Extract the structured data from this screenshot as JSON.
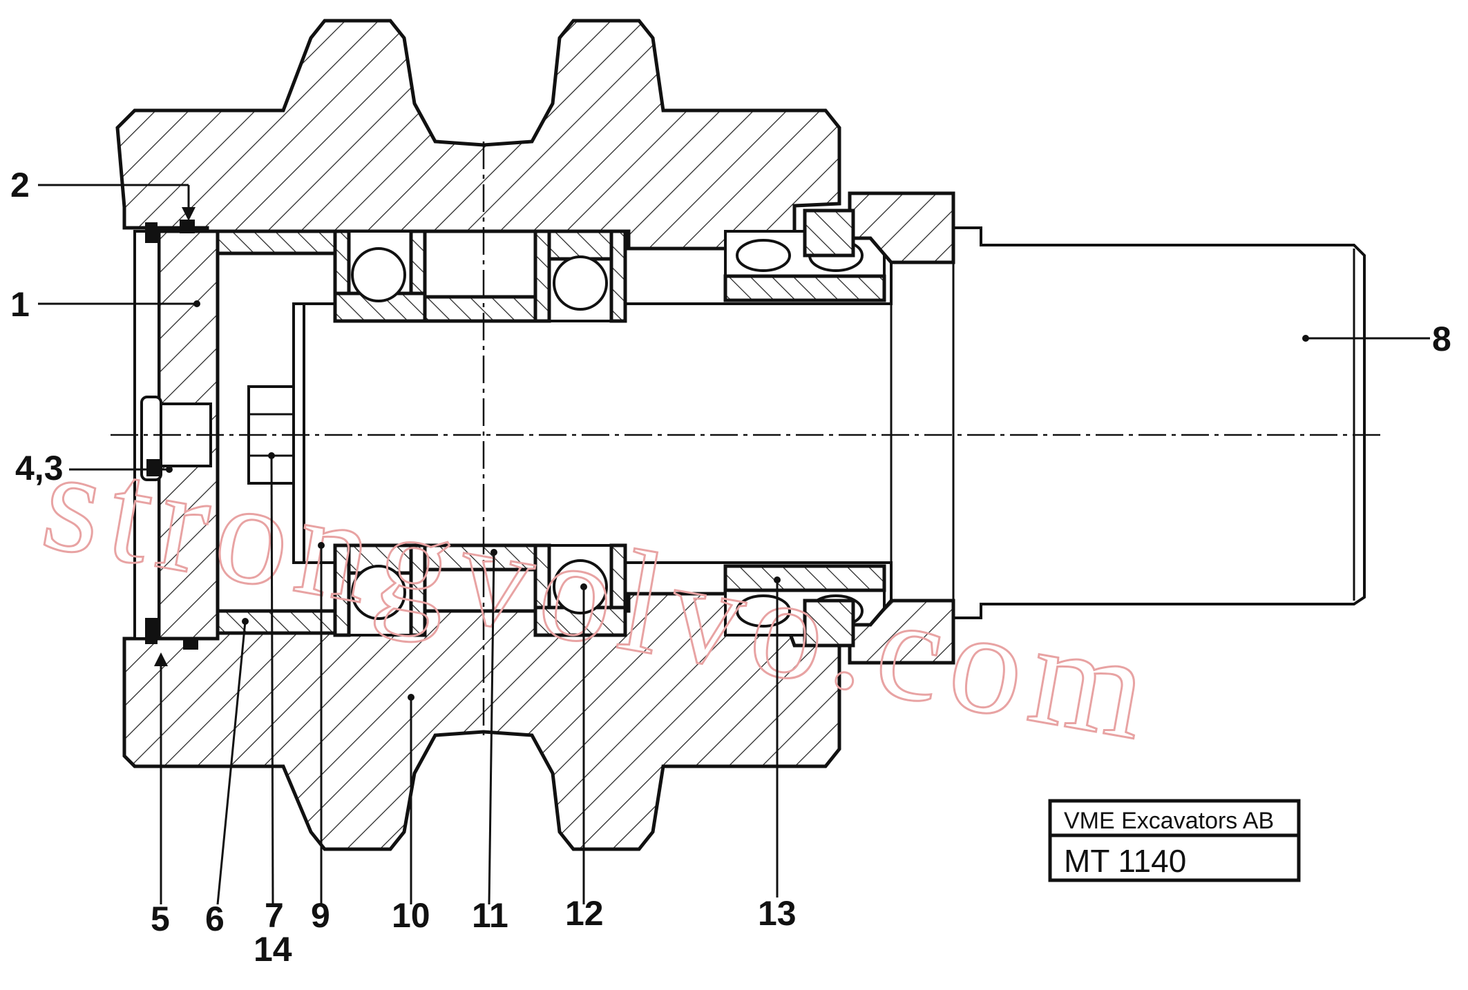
{
  "title_block": {
    "company": "VME Excavators AB",
    "drawing_number": "MT 1140"
  },
  "watermark": "strongvolvo.com",
  "callouts": {
    "c1": "1",
    "c2": "2",
    "c4_3": "4,3",
    "c5": "5",
    "c6": "6",
    "c7": "7",
    "c14": "14",
    "c8": "8",
    "c9": "9",
    "c10": "10",
    "c11": "11",
    "c12": "12",
    "c13": "13"
  }
}
